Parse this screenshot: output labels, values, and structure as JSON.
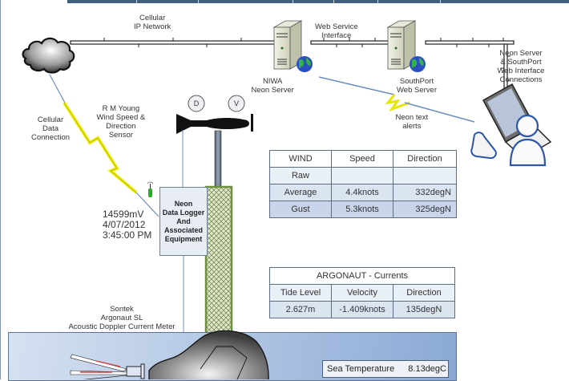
{
  "network": {
    "cellular_ip_label": [
      "Cellular",
      "IP Network"
    ],
    "web_service_label": [
      "Web Service",
      "Interface"
    ],
    "niwa_server_label": [
      "NIWA",
      "Neon Server"
    ],
    "southport_server_label": [
      "SouthPort",
      "Web Server"
    ],
    "web_interface_label": [
      "Neon Server",
      "& SouthPort",
      "Web Interface",
      "Connections"
    ],
    "text_alerts_label": [
      "Neon text",
      "alerts"
    ],
    "cellular_data_label": [
      "Cellular",
      "Data",
      "Connection"
    ]
  },
  "sensor": {
    "label": [
      "R M Young",
      "Wind Speed &",
      "Direction",
      "Sensor"
    ],
    "d_badge": "D",
    "v_badge": "V"
  },
  "logger": {
    "label": [
      "Neon",
      "Data Logger",
      "And",
      "Associated",
      "Equipment"
    ],
    "readout": [
      "14599mV",
      "4/07/2012",
      "3:45:00 PM"
    ]
  },
  "adcp": {
    "label": [
      "Sontek",
      "Argonaut SL",
      "Acoustic Doppler Current Meter"
    ]
  },
  "wind_table": {
    "headers": [
      "WIND",
      "Speed",
      "Direction"
    ],
    "rows": [
      [
        "Raw",
        "",
        ""
      ],
      [
        "Average",
        "4.4knots",
        "332degN"
      ],
      [
        "Gust",
        "5.3knots",
        "325degN"
      ]
    ]
  },
  "currents_table": {
    "title": "ARGONAUT - Currents",
    "headers": [
      "Tide Level",
      "Velocity",
      "Direction"
    ],
    "rows": [
      [
        "2.627m",
        "-1.409knots",
        "135degN"
      ]
    ]
  },
  "sea_temperature": {
    "label": "Sea Temperature",
    "value": "8.13degC"
  },
  "colors": {
    "topbar": "#3e5f7e",
    "lightning": "#f2f200",
    "mast": "#6b8f3a",
    "sea": "#8ba8d6"
  }
}
